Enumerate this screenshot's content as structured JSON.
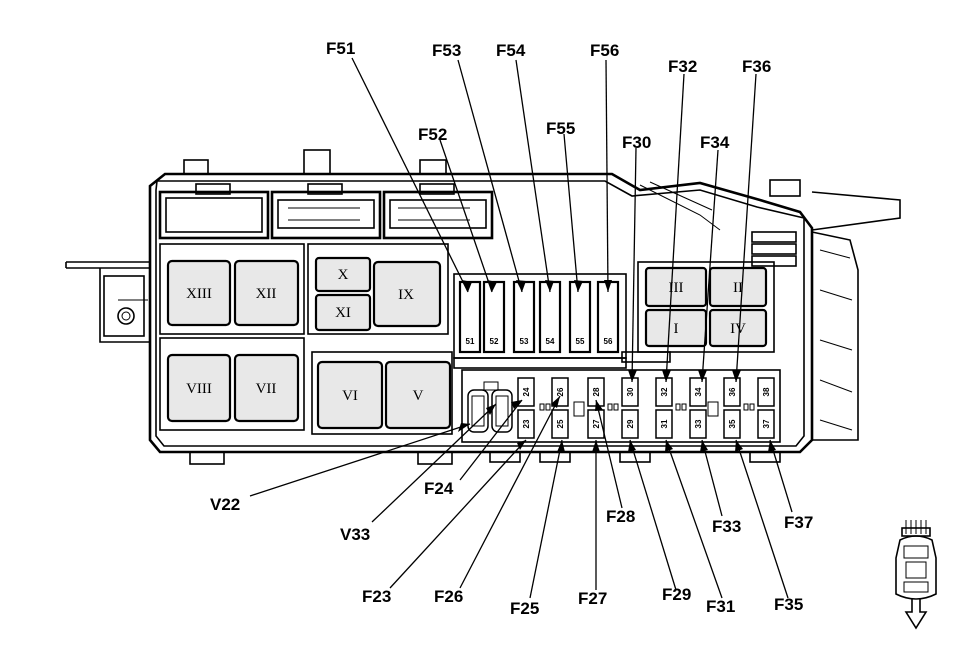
{
  "relays": [
    {
      "id": "XIII",
      "label": "XIII"
    },
    {
      "id": "XII",
      "label": "XII"
    },
    {
      "id": "X",
      "label": "X"
    },
    {
      "id": "XI",
      "label": "XI"
    },
    {
      "id": "IX",
      "label": "IX"
    },
    {
      "id": "VIII",
      "label": "VIII"
    },
    {
      "id": "VII",
      "label": "VII"
    },
    {
      "id": "VI",
      "label": "VI"
    },
    {
      "id": "V",
      "label": "V"
    },
    {
      "id": "III",
      "label": "III"
    },
    {
      "id": "II",
      "label": "II"
    },
    {
      "id": "I",
      "label": "I"
    },
    {
      "id": "IV",
      "label": "IV"
    }
  ],
  "maxi_fuses": [
    "51",
    "52",
    "53",
    "54",
    "55",
    "56"
  ],
  "mini_fuses_top": [
    "24",
    "26",
    "28",
    "30",
    "32",
    "34",
    "36",
    "38"
  ],
  "mini_fuses_bottom": [
    "23",
    "25",
    "27",
    "29",
    "31",
    "33",
    "35",
    "37"
  ],
  "callouts": {
    "F51": "F51",
    "F52": "F52",
    "F53": "F53",
    "F54": "F54",
    "F55": "F55",
    "F56": "F56",
    "F30": "F30",
    "F32": "F32",
    "F34": "F34",
    "F36": "F36",
    "V22": "V22",
    "V33": "V33",
    "F24": "F24",
    "F23": "F23",
    "F26": "F26",
    "F25": "F25",
    "F27": "F27",
    "F28": "F28",
    "F29": "F29",
    "F31": "F31",
    "F33": "F33",
    "F35": "F35",
    "F37": "F37"
  }
}
